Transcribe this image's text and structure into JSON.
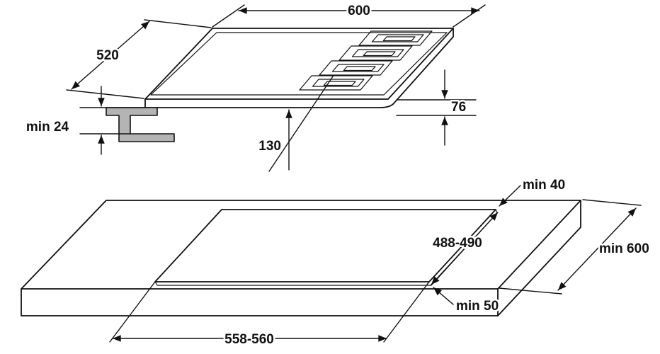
{
  "colors": {
    "line": "#111111",
    "bracket": "#b4b4b4",
    "bg": "#ffffff"
  },
  "hob": {
    "width": "600",
    "depth": "520",
    "height": "76",
    "burner_center_offset": "130",
    "min_bracket_clearance": "min 24"
  },
  "worktop": {
    "cutout_back_clearance": "min 40",
    "cutout_depth": "488-490",
    "min_depth": "min 600",
    "cutout_front_clearance": "min 50",
    "cutout_width": "558-560"
  }
}
